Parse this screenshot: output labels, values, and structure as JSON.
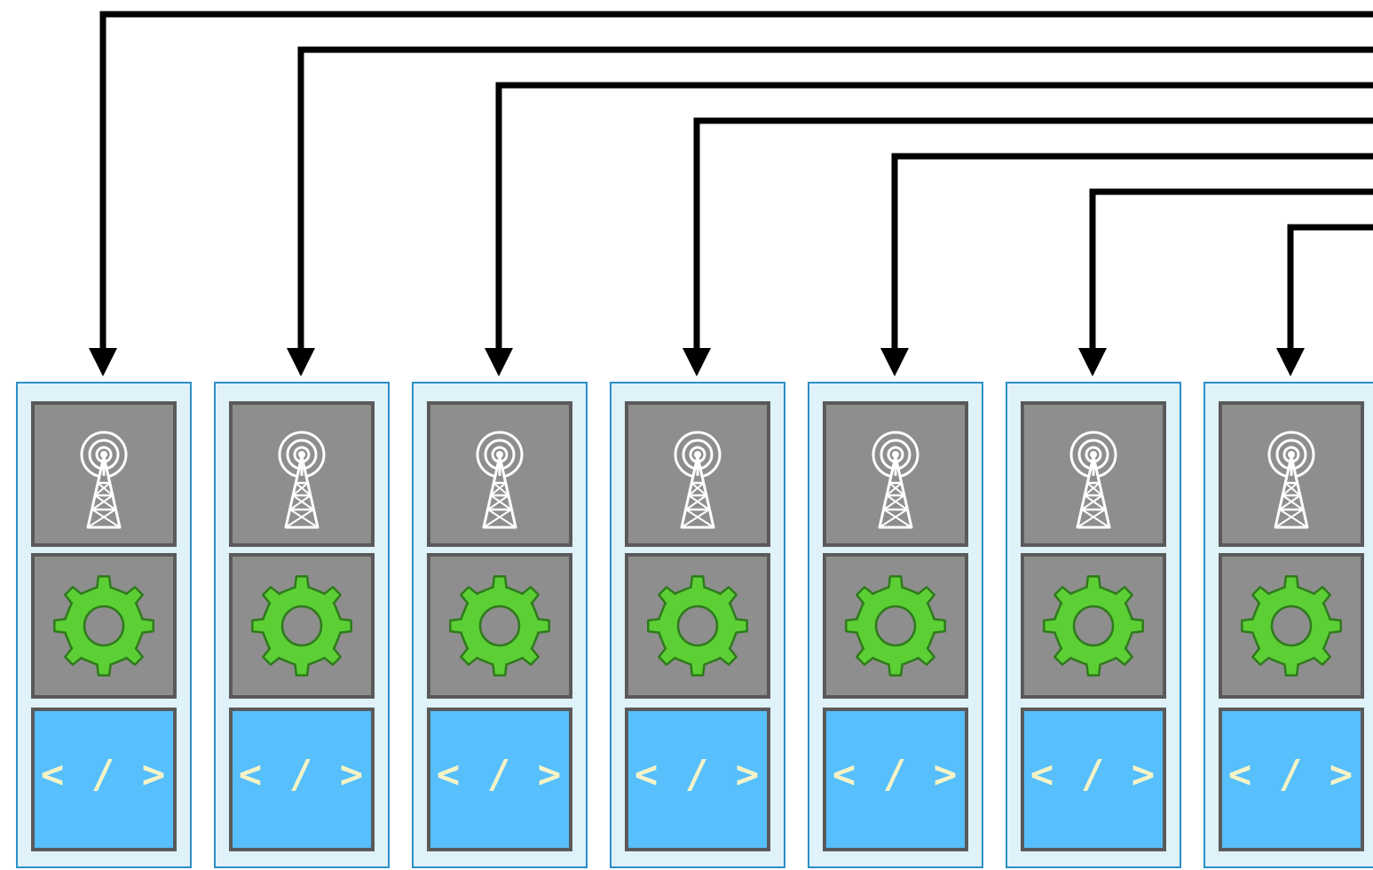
{
  "diagram": {
    "colors": {
      "wire": "#000000",
      "unit_fill": "#dff1f9",
      "unit_border": "#2b8fc7",
      "slot_gray": "#8e8e8e",
      "slot_border": "#5a5a5a",
      "code_bg": "#56bffc",
      "code_text": "#f5f3c6",
      "gear": "#5ccf35"
    },
    "units": [
      {
        "antenna_icon": "radio-tower-icon",
        "gear_icon": "gear-icon",
        "code_label": "< / >"
      },
      {
        "antenna_icon": "radio-tower-icon",
        "gear_icon": "gear-icon",
        "code_label": "< / >"
      },
      {
        "antenna_icon": "radio-tower-icon",
        "gear_icon": "gear-icon",
        "code_label": "< / >"
      },
      {
        "antenna_icon": "radio-tower-icon",
        "gear_icon": "gear-icon",
        "code_label": "< / >"
      },
      {
        "antenna_icon": "radio-tower-icon",
        "gear_icon": "gear-icon",
        "code_label": "< / >"
      },
      {
        "antenna_icon": "radio-tower-icon",
        "gear_icon": "gear-icon",
        "code_label": "< / >"
      },
      {
        "antenna_icon": "radio-tower-icon",
        "gear_icon": "gear-icon",
        "code_label": "< / >"
      }
    ],
    "connections": [
      {
        "from": "right-edge",
        "to_unit": 1
      },
      {
        "from": "right-edge",
        "to_unit": 2
      },
      {
        "from": "right-edge",
        "to_unit": 3
      },
      {
        "from": "right-edge",
        "to_unit": 4
      },
      {
        "from": "right-edge",
        "to_unit": 5
      },
      {
        "from": "right-edge",
        "to_unit": 6
      },
      {
        "from": "right-edge",
        "to_unit": 7
      }
    ]
  }
}
